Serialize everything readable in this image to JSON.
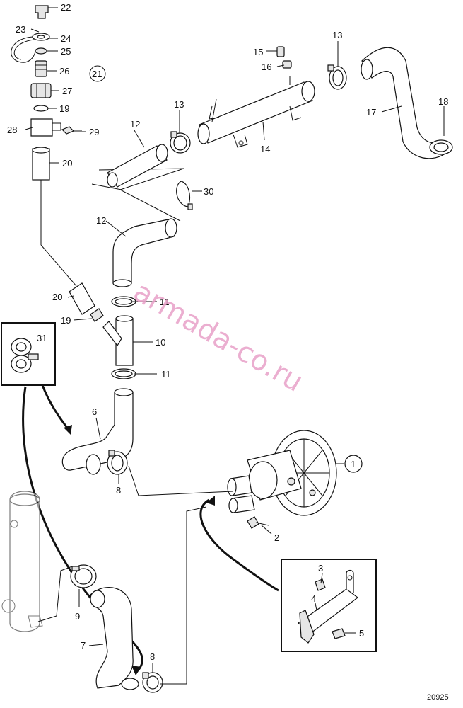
{
  "diagram": {
    "watermark": "armada-co.ru",
    "reference_number": "20925",
    "callouts": {
      "c1": "1",
      "c2": "2",
      "c3": "3",
      "c4": "4",
      "c5": "5",
      "c6": "6",
      "c7": "7",
      "c8a": "8",
      "c8b": "8",
      "c9": "9",
      "c10": "10",
      "c11a": "11",
      "c11b": "11",
      "c12a": "12",
      "c12b": "12",
      "c13a": "13",
      "c13b": "13",
      "c14": "14",
      "c15": "15",
      "c16": "16",
      "c17": "17",
      "c18": "18",
      "c19a": "19",
      "c19b": "19",
      "c20a": "20",
      "c20b": "20",
      "c21": "21",
      "c22": "22",
      "c23": "23",
      "c24": "24",
      "c25": "25",
      "c26": "26",
      "c27": "27",
      "c28": "28",
      "c29": "29",
      "c30": "30",
      "c31": "31"
    }
  }
}
